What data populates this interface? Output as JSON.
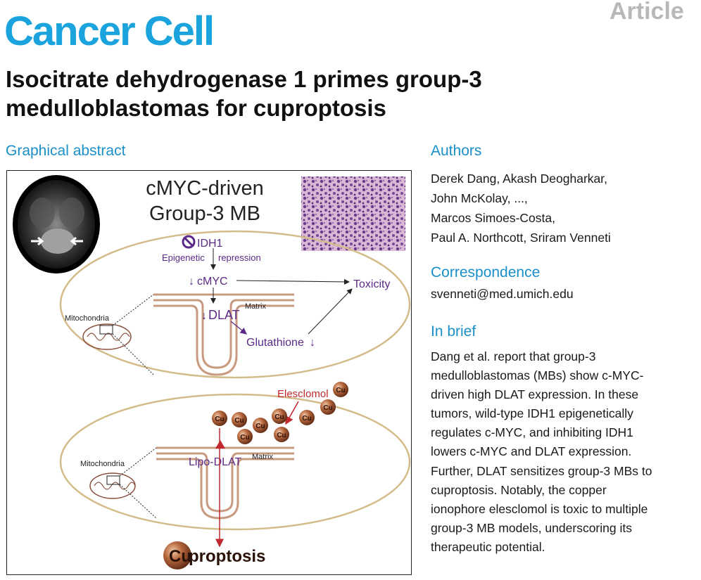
{
  "header": {
    "journal": "Cancer Cell",
    "article_type": "Article",
    "title_lines": [
      "Isocitrate dehydrogenase 1 primes group-3",
      "medulloblastomas for cuproptosis"
    ]
  },
  "graphical_abstract": {
    "heading": "Graphical abstract",
    "top_title_lines": [
      "cMYC-driven",
      "Group-3 MB"
    ],
    "idh1": "IDH1",
    "epigenetic": "Epigenetic",
    "repression": "repression",
    "cmyc": "cMYC",
    "down_arrow": "↓",
    "dlat": "DLAT",
    "matrix": "Matrix",
    "glutathione": "Glutathione",
    "toxicity": "Toxicity",
    "mitochondria": "Mitochondria",
    "elesclomol": "Elesclomol",
    "cu": "Cu",
    "lipo_dlat": "Lipo-DLAT",
    "cuproptosis_cu": "Cu",
    "cuproptosis_rest": "proptosis",
    "colors": {
      "purple": "#5b2a86",
      "tan": "#d4bc8a",
      "membrane": "#c89a80",
      "red": "#c0282d",
      "copper": "#8b4a2b"
    }
  },
  "authors": {
    "heading": "Authors",
    "lines": [
      "Derek Dang, Akash Deogharkar,",
      "John McKolay, ...,",
      "Marcos Simoes-Costa,",
      "Paul A. Northcott, Sriram Venneti"
    ]
  },
  "correspondence": {
    "heading": "Correspondence",
    "email": "svenneti@med.umich.edu"
  },
  "in_brief": {
    "heading": "In brief",
    "lines": [
      "Dang et al. report that group-3",
      "medulloblastomas (MBs) show c-MYC-",
      "driven high DLAT expression. In these",
      "tumors, wild-type IDH1 epigenetically",
      "regulates c-MYC, and inhibiting IDH1",
      "lowers c-MYC and DLAT expression.",
      "Further, DLAT sensitizes group-3 MBs to",
      "cuproptosis. Notably, the copper",
      "ionophore elesclomol is toxic to multiple",
      "group-3 MB models, underscoring its",
      "therapeutic potential."
    ]
  }
}
